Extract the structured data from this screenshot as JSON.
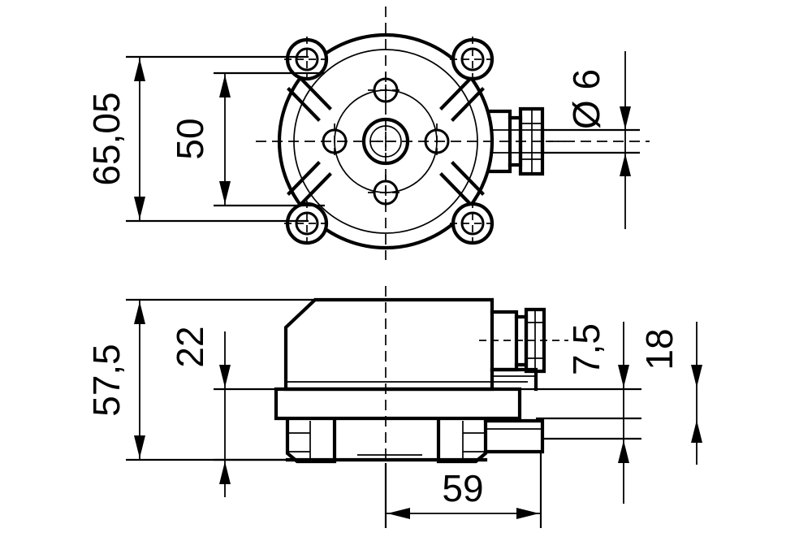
{
  "drawing": {
    "title": "Mechanical component dimensioned drawing",
    "units_note": "",
    "line_color": "#000000",
    "background_color": "#ffffff",
    "views": [
      {
        "name": "top-view",
        "description": "Plan view: circular housing with four corner mounting lugs, central boss and side shaft"
      },
      {
        "name": "front-view",
        "description": "Elevation view: housing body with base flange, two feet and side shaft"
      }
    ]
  },
  "dimensions": {
    "overall_width_top": {
      "value": "65,05",
      "label": "65,05",
      "orientation": "vertical",
      "view": "top-view"
    },
    "bolt_spacing_top": {
      "value": "50",
      "label": "50",
      "orientation": "vertical",
      "view": "top-view"
    },
    "shaft_diameter": {
      "value": "6",
      "label": "Ø 6",
      "symbol": "Ø",
      "number": "6",
      "orientation": "vertical",
      "view": "top-view"
    },
    "overall_height_front": {
      "value": "57,5",
      "label": "57,5",
      "orientation": "vertical",
      "view": "front-view"
    },
    "body_height_front": {
      "value": "22",
      "label": "22",
      "orientation": "vertical",
      "view": "front-view"
    },
    "flange_offset": {
      "value": "7,5",
      "label": "7,5",
      "orientation": "vertical",
      "view": "front-view"
    },
    "shaft_center_height": {
      "value": "18",
      "label": "18",
      "orientation": "vertical",
      "view": "front-view"
    },
    "base_width": {
      "value": "59",
      "label": "59",
      "orientation": "horizontal",
      "view": "front-view"
    }
  }
}
